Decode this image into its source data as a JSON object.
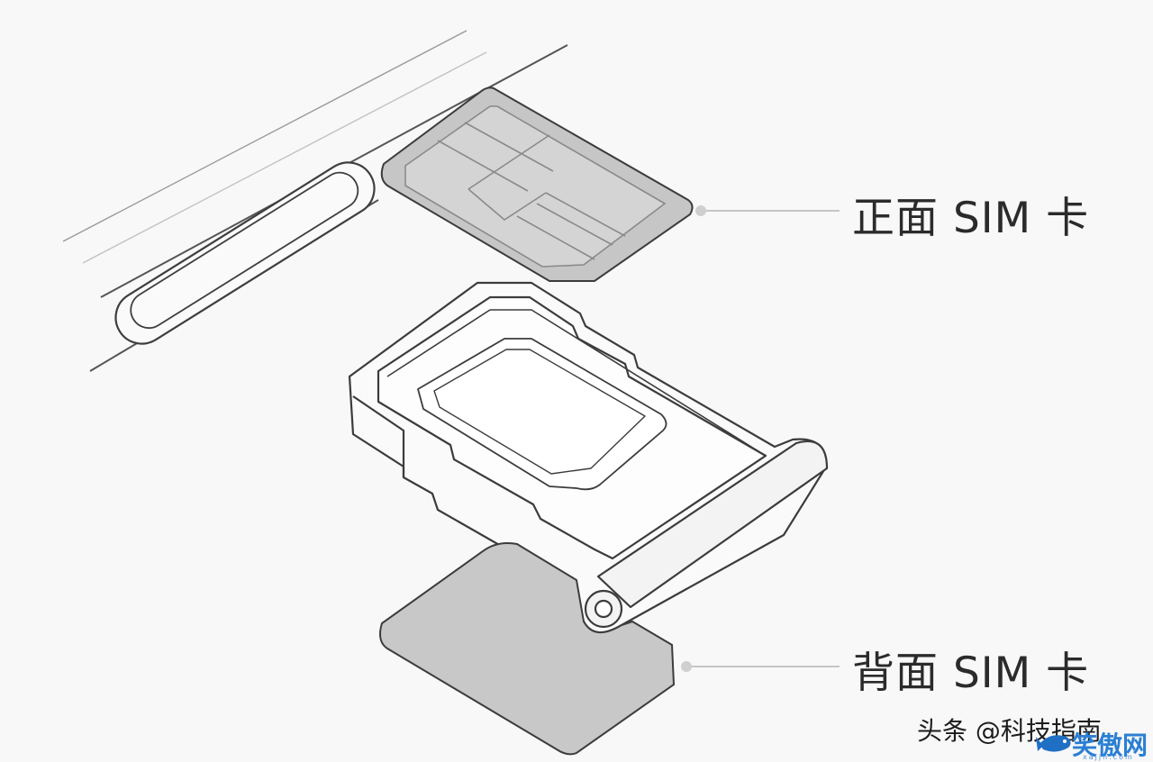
{
  "labels": {
    "front_sim": "正面 SIM 卡",
    "back_sim": "背面 SIM 卡"
  },
  "watermark": "头条 @科技指南",
  "site_logo": {
    "text": "笑傲网",
    "sub": "xajjn.com"
  },
  "colors": {
    "background": "#f8f8f8",
    "outline": "#4a4a4a",
    "sim_fill": "#c8c8c8",
    "sim_chip": "#d9d9d9",
    "leader_line": "#b5b5b5",
    "logo_blue": "#2a7fd4"
  }
}
